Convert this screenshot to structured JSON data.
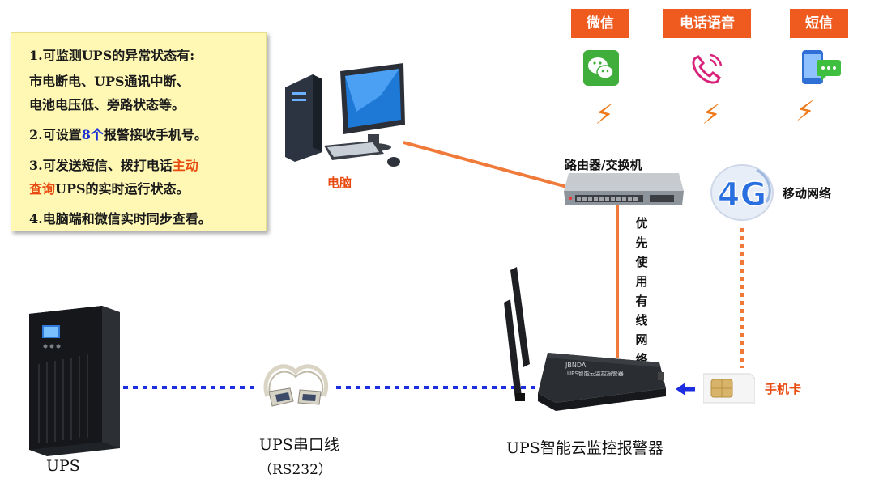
{
  "info_box": {
    "line1": "1.可监测UPS的异常状态有:",
    "line2": "市电断电、UPS通讯中断、",
    "line3": "电池电压低、旁路状态等。",
    "line4_pre": "2.可设置",
    "line4_num": "8个",
    "line4_post": "报警接收手机号。",
    "line5_pre": "3.可发送短信、拨打电话",
    "line5_red": "主动",
    "line6_red": "查询",
    "line6_post": "UPS的实时运行状态。",
    "line7": "4.电脑端和微信实时同步查看。"
  },
  "channels": {
    "wechat": "微信",
    "voice": "电话语音",
    "sms": "短信"
  },
  "labels": {
    "computer": "电脑",
    "router": "路由器/交换机",
    "mobile_network": "移动网络",
    "wired_priority": "优先使用有线网络",
    "sim": "手机卡",
    "ups": "UPS",
    "cable": "UPS串口线",
    "cable_type": "（RS232）",
    "device": "UPS智能云监控报警器",
    "device_brand": "JBNDA",
    "device_text": "UPS智能云监控报警器",
    "net_badge": "4G"
  },
  "colors": {
    "accent_orange": "#ef5a1f",
    "link_blue": "#1d2ee0",
    "info_bg": "#fef8b4"
  }
}
